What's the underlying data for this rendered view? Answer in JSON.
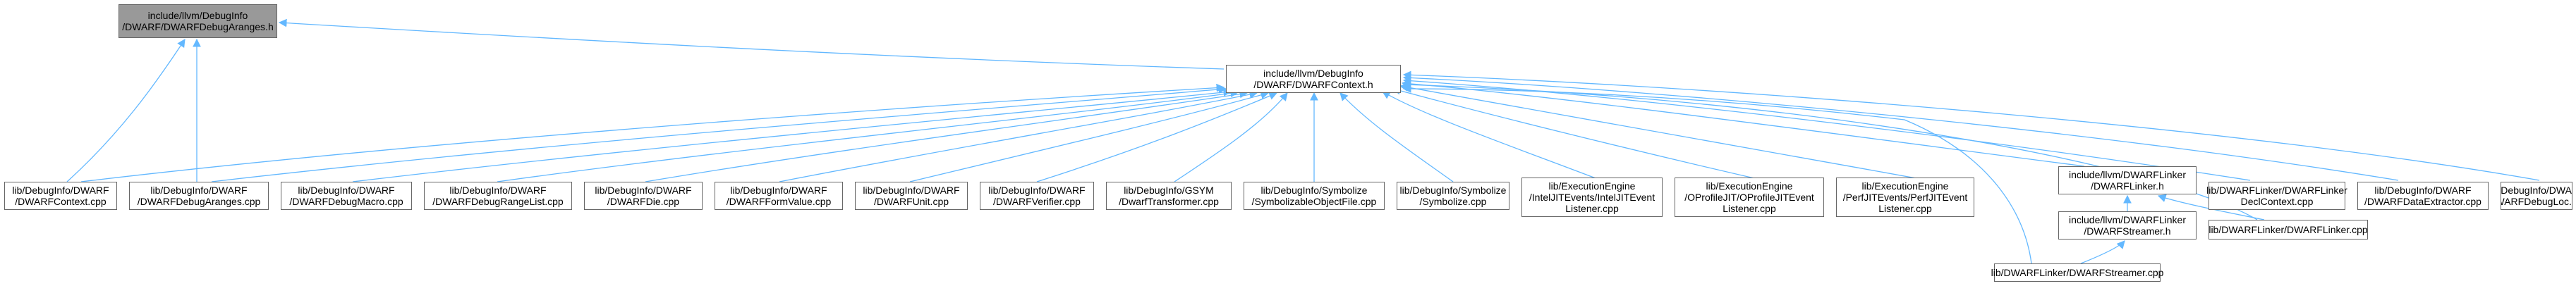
{
  "colors": {
    "edge": "#63b8ff",
    "root_fill": "#999999",
    "node_border": "#666666",
    "node_fill": "#ffffff"
  },
  "nodes": {
    "root": [
      "include/llvm/DebugInfo",
      "/DWARF/DWARFDebugAranges.h"
    ],
    "context_h": [
      "include/llvm/DebugInfo",
      "/DWARF/DWARFContext.h"
    ],
    "dwarfcontext_cpp": [
      "lib/DebugInfo/DWARF",
      "/DWARFContext.cpp"
    ],
    "dwarfdebugaranges_cpp": [
      "lib/DebugInfo/DWARF",
      "/DWARFDebugAranges.cpp"
    ],
    "dwarfdebugmacro_cpp": [
      "lib/DebugInfo/DWARF",
      "/DWARFDebugMacro.cpp"
    ],
    "dwarfdebugrangelist_cpp": [
      "lib/DebugInfo/DWARF",
      "/DWARFDebugRangeList.cpp"
    ],
    "dwarfdie_cpp": [
      "lib/DebugInfo/DWARF",
      "/DWARFDie.cpp"
    ],
    "dwarfformvalue_cpp": [
      "lib/DebugInfo/DWARF",
      "/DWARFFormValue.cpp"
    ],
    "dwarfunit_cpp": [
      "lib/DebugInfo/DWARF",
      "/DWARFUnit.cpp"
    ],
    "dwarfverifier_cpp": [
      "lib/DebugInfo/DWARF",
      "/DWARFVerifier.cpp"
    ],
    "dwarftransformer_cpp": [
      "lib/DebugInfo/GSYM",
      "/DwarfTransformer.cpp"
    ],
    "symbolizableobjectfile_cpp": [
      "lib/DebugInfo/Symbolize",
      "/SymbolizableObjectFile.cpp"
    ],
    "symbolize_cpp": [
      "lib/DebugInfo/Symbolize",
      "/Symbolize.cpp"
    ],
    "inteljiteventlistener_cpp": [
      "lib/ExecutionEngine",
      "/IntelJITEvents/IntelJITEvent",
      "Listener.cpp"
    ],
    "oprofilejiteventlistener_cpp": [
      "lib/ExecutionEngine",
      "/OProfileJIT/OProfileJITEvent",
      "Listener.cpp"
    ],
    "perfjiteventlistener_cpp": [
      "lib/ExecutionEngine",
      "/PerfJITEvents/PerfJITEvent",
      "Listener.cpp"
    ],
    "dwarflinker_h": [
      "include/llvm/DWARFLinker",
      "/DWARFLinker.h"
    ],
    "dwarflinkerdeclcontext_cpp": [
      "lib/DWARFLinker/DWARFLinker",
      "DeclContext.cpp"
    ],
    "dwarfdataextractor_cpp": [
      "lib/DebugInfo/DWARF",
      "/DWARFDataExtractor.cpp"
    ],
    "dwarfdebugloc_cpp": [
      "lib/DebugInfo/DWARF",
      "/DWARFDebugLoc.cpp"
    ],
    "dwarfstreamer_h": [
      "include/llvm/DWARFLinker",
      "/DWARFStreamer.h"
    ],
    "dwarflinker_cpp": [
      "lib/DWARFLinker/DWARFLinker.cpp"
    ],
    "dwarfstreamer_cpp": [
      "lib/DWARFLinker/DWARFStreamer.cpp"
    ]
  }
}
